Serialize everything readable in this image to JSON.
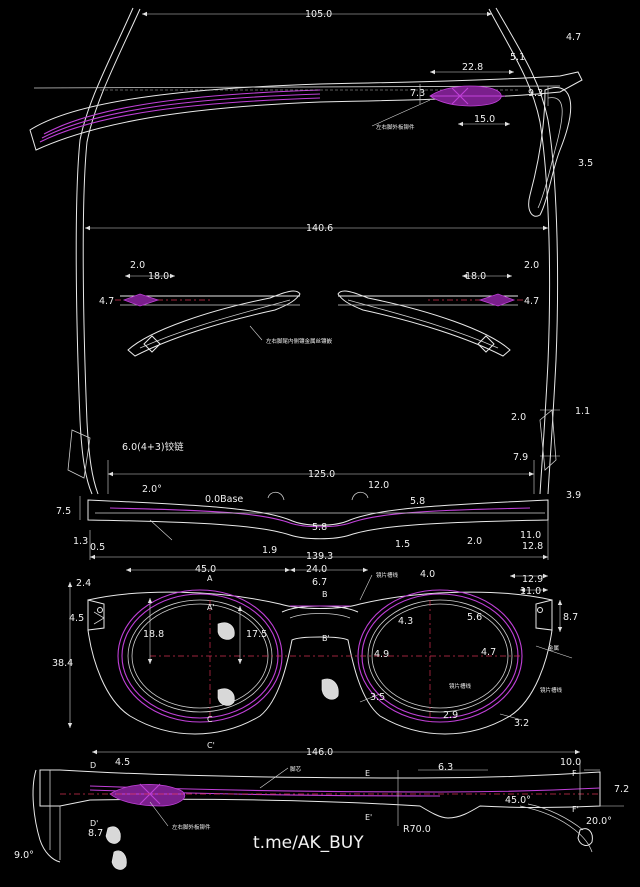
{
  "dimensions": {
    "d105": "105.0",
    "d4_7a": "4.7",
    "d5_1": "5.1",
    "d22_8": "22.8",
    "d7_3": "7.3",
    "d9_3": "9.3",
    "d15_0a": "15.0",
    "d3_5a": "3.5",
    "d140_6": "140.6",
    "d2_0a": "2.0",
    "d18_0a": "18.0",
    "d4_7b": "4.7",
    "d18_0b": "18.0",
    "d2_0b": "2.0",
    "d4_7c": "4.7",
    "d2_0c": "2.0",
    "d1_1": "1.1",
    "d7_9": "7.9",
    "d125": "125.0",
    "d3_9": "3.9",
    "d2_0deg": "2.0°",
    "d12_0": "12.0",
    "d5_8a": "5.8",
    "d7_5": "7.5",
    "d5_8b": "5.8",
    "d1_3": "1.3",
    "d0_5": "0.5",
    "d1_5": "1.5",
    "d2_0d": "2.0",
    "d11_0a": "11.0",
    "d12_8": "12.8",
    "d1_9": "1.9",
    "d139_3": "139.3",
    "d45_0": "45.0",
    "d24_0": "24.0",
    "d6_7a": "6.7",
    "d4_0": "4.0",
    "d12_9": "12.9",
    "d11_0b": "11.0",
    "d2_4": "2.4",
    "d4_5a": "4.5",
    "d18_8": "18.8",
    "d17_5": "17.5",
    "d4_3": "4.3",
    "d5_6": "5.6",
    "d8_7a": "8.7",
    "d38_4": "38.4",
    "d4_9": "4.9",
    "d4_7d": "4.7",
    "d3_5b": "3.5",
    "d2_9": "2.9",
    "d3_2": "3.2",
    "d146": "146.0",
    "d4_5b": "4.5",
    "d10_0": "10.0",
    "d6_3": "6.3",
    "d7_2": "7.2",
    "d45_0deg": "45.0°",
    "d9_0deg": "9.0°",
    "d8_7b": "8.7",
    "d70": "R70.0",
    "d20_0deg": "20.0°"
  },
  "labels": {
    "hinge_spec": "6.0(4+3)铰链",
    "base_curve": "0.0Base",
    "sec_a": "A",
    "sec_a2": "A'",
    "sec_b": "B",
    "sec_b2": "B'",
    "sec_c": "C",
    "sec_c2": "C'",
    "sec_d": "D",
    "sec_d2": "D'",
    "sec_e": "E",
    "sec_e2": "E'",
    "sec_f": "F",
    "sec_f2": "F'"
  },
  "notes": {
    "n_temple_top": "左右脚外板铆件",
    "n_temple_mid": "左右脚尾内侧镶金属丝镶嵌",
    "n_inner_slot": "镜片槽线",
    "n_metal": "金属",
    "n_outer_slot": "镜片槽线",
    "n_inner_line": "镜片槽线",
    "n_core": "脚芯",
    "n_temple_bottom": "左右脚外板铆件"
  },
  "watermark": "t.me/AK_BUY",
  "colors": {
    "background": "#000000",
    "line": "#e9e9e9",
    "accent": "#c040d8",
    "center_line": "#d03050"
  }
}
